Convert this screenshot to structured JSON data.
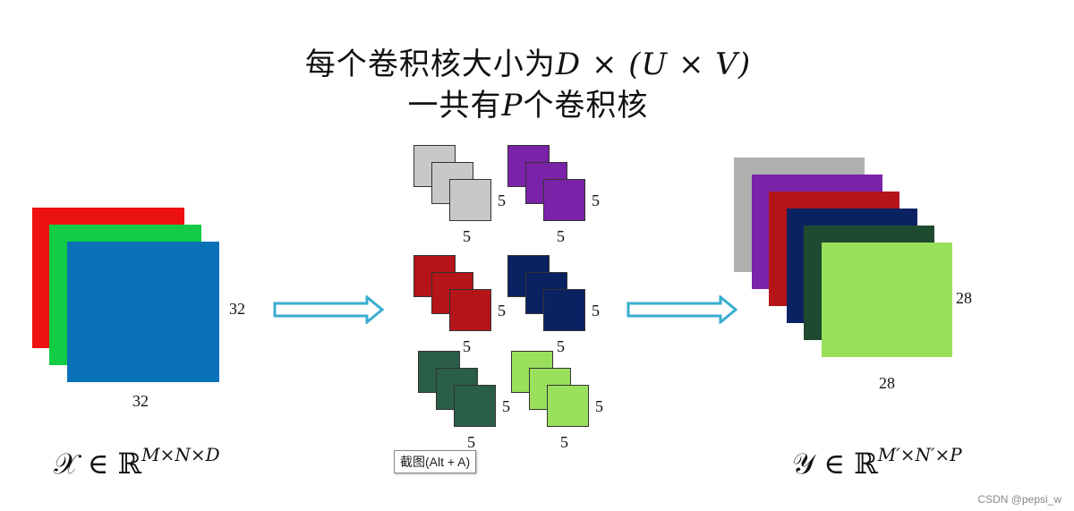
{
  "title": {
    "line1_prefix": "每个卷积核大小为",
    "line1_math": "D × (U × V)",
    "line2_prefix": "一共有",
    "line2_math": "P",
    "line2_suffix": "个卷积核"
  },
  "input": {
    "colors": [
      "#ee1111",
      "#11cc44",
      "#0a72b8"
    ],
    "width_label": "32",
    "height_label": "32",
    "formula_base": "𝒳 ∈ ℝ",
    "formula_sup": "M×N×D"
  },
  "kernels": [
    {
      "color": "#c8c8c8",
      "size_w": "5",
      "size_h": "5"
    },
    {
      "color": "#7a22a8",
      "size_w": "5",
      "size_h": "5"
    },
    {
      "color": "#b51419",
      "size_w": "5",
      "size_h": "5"
    },
    {
      "color": "#0b2262",
      "size_w": "5",
      "size_h": "5"
    },
    {
      "color": "#2a5e47",
      "size_w": "5",
      "size_h": "5"
    },
    {
      "color": "#9ae05c",
      "size_w": "5",
      "size_h": "5"
    }
  ],
  "output": {
    "colors": [
      "#b0b0b0",
      "#7a22a8",
      "#b51419",
      "#0b2262",
      "#1e4a30",
      "#98e05a"
    ],
    "width_label": "28",
    "height_label": "28",
    "formula_base": "𝒴 ∈ ℝ",
    "formula_sup": "M′×N′×P"
  },
  "arrow_color": "#3aaed0",
  "tooltip": "截图(Alt + A)",
  "watermark": "CSDN @pepsi_w"
}
